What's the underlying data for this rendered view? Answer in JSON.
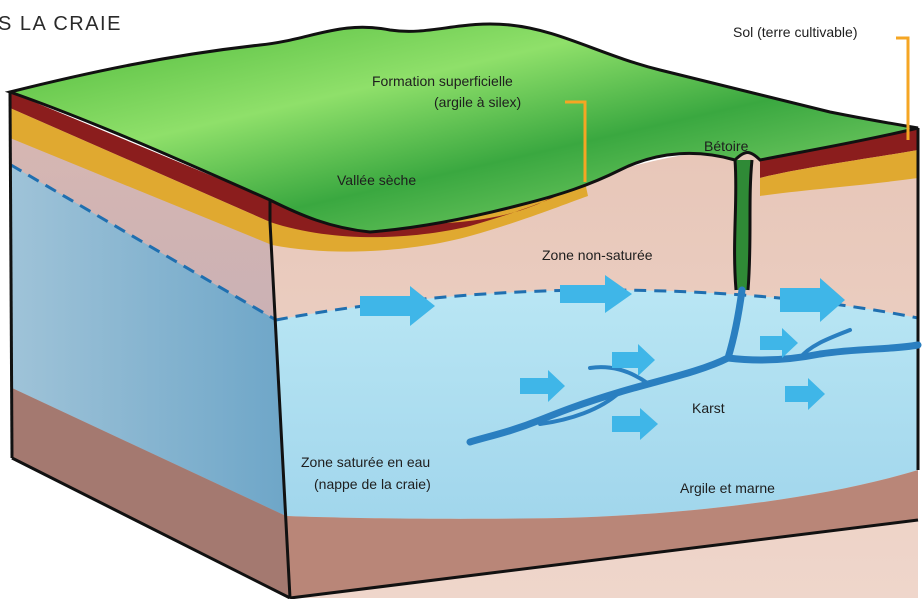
{
  "title": "S LA CRAIE",
  "labels": {
    "sol": "Sol (terre cultivable)",
    "formation_line1": "Formation superficielle",
    "formation_line2": "(argile à silex)",
    "betoire": "Bétoire",
    "vallee": "Vallée sèche",
    "zone_non_saturee": "Zone non-saturée",
    "karst": "Karst",
    "zone_saturee_line1": "Zone saturée en eau",
    "zone_saturee_line2": "(nappe de la craie)",
    "argile_marne": "Argile et marne"
  },
  "colors": {
    "grass_light": "#8fe06a",
    "grass_dark": "#2f9e36",
    "soil": "#8b1d1d",
    "ochre": "#e0a930",
    "chalk_unsat": "#e8c8bb",
    "chalk_unsat_side": "#c9aaa8",
    "water_front": "#a9dcef",
    "water_side": "#7fb1cf",
    "clay_front": "#b98678",
    "clay_side": "#9c7169",
    "arrow": "#3fb6e8",
    "leader": "#f5a623"
  }
}
